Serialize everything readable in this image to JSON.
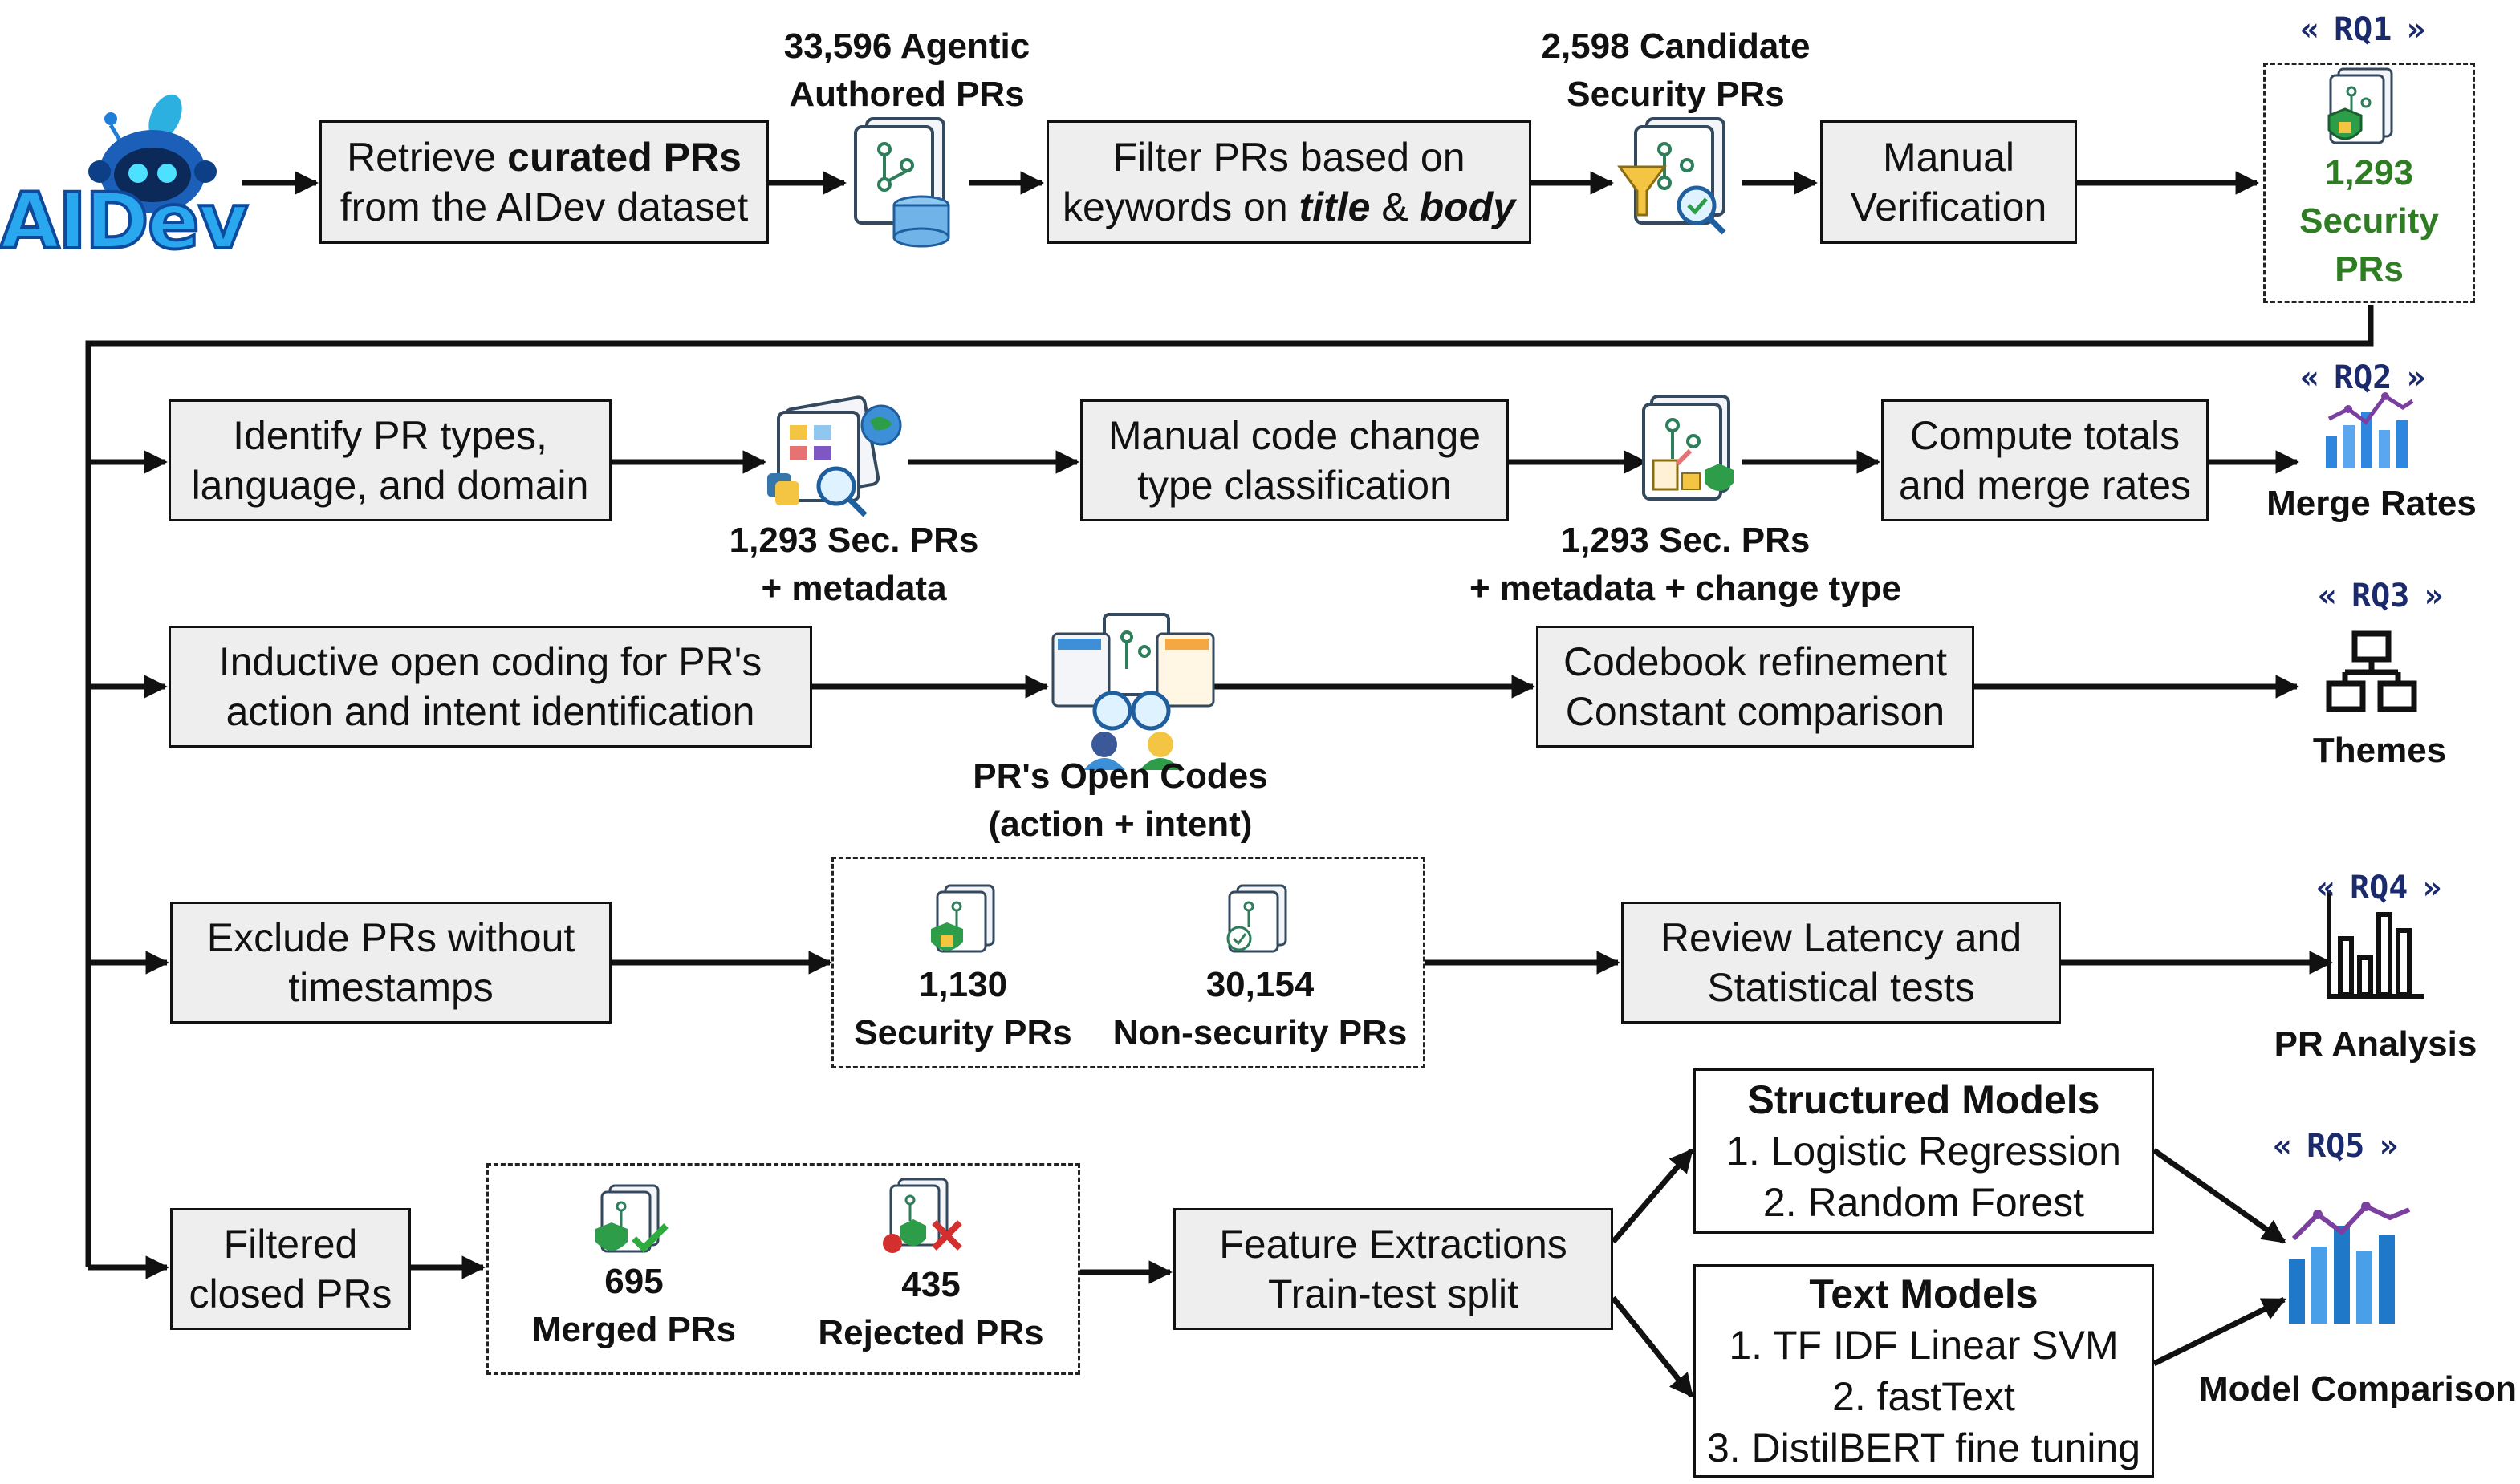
{
  "logo": {
    "text": "AIDev"
  },
  "row1": {
    "retrieve_pre": "Retrieve ",
    "retrieve_bold": "curated PRs",
    "retrieve_line2": "from the AIDev dataset",
    "agentic_count": "33,596 Agentic",
    "agentic_label": "Authored PRs",
    "filter_line1": "Filter PRs based on",
    "filter_pre": "keywords on ",
    "filter_title": "title",
    "filter_amp": " & ",
    "filter_body": "body",
    "candidate_count": "2,598 Candidate",
    "candidate_label": "Security PRs",
    "manual_line1": "Manual",
    "manual_line2": "Verification",
    "rq1": "RQ1",
    "security_count": "1,293",
    "security_line2": "Security",
    "security_line3": "PRs"
  },
  "row2": {
    "identify_line1": "Identify PR types,",
    "identify_line2": "language, and domain",
    "meta_line1": "1,293 Sec. PRs",
    "meta_line2": "+ metadata",
    "manual_code_line1": "Manual code change",
    "manual_code_line2": "type classification",
    "meta_change_line1": "1,293 Sec. PRs",
    "meta_change_line2": "+ metadata + change type",
    "compute_line1": "Compute totals",
    "compute_line2": "and merge rates",
    "rq2": "RQ2",
    "rq2_label": "Merge Rates"
  },
  "row3": {
    "inductive_line1": "Inductive open coding for PR's",
    "inductive_line2": "action and intent identification",
    "open_codes_line1": "PR's Open Codes",
    "open_codes_line2": "(action + intent)",
    "codebook_line1": "Codebook refinement",
    "codebook_line2": "Constant comparison",
    "rq3": "RQ3",
    "rq3_label": "Themes"
  },
  "row4": {
    "exclude_line1": "Exclude PRs without",
    "exclude_line2": "timestamps",
    "sec_count": "1,130",
    "sec_label": "Security PRs",
    "nonsec_count": "30,154",
    "nonsec_label": "Non-security PRs",
    "review_line1": "Review Latency and",
    "review_line2": "Statistical tests",
    "rq4": "RQ4",
    "rq4_label": "PR Analysis"
  },
  "row5": {
    "filtered_line1": "Filtered",
    "filtered_line2": "closed PRs",
    "merged_count": "695",
    "merged_label": "Merged PRs",
    "rejected_count": "435",
    "rejected_label": "Rejected PRs",
    "feature_line1": "Feature Extractions",
    "feature_line2": "Train-test split",
    "structured_title": "Structured Models",
    "structured_items": [
      "1. Logistic Regression",
      "2. Random Forest"
    ],
    "text_title": "Text Models",
    "text_items": [
      "1. TF IDF Linear SVM",
      "2. fastText",
      "3. DistilBERT fine tuning"
    ],
    "rq5": "RQ5",
    "rq5_label": "Model Comparison"
  },
  "rq_open": "«",
  "rq_close": "»",
  "colors": {
    "box_fill": "#eeeeee",
    "line": "#111111",
    "rq_text": "#1a2a6c",
    "highlight_green": "#2e7d22",
    "chart_blue": "#2e86de",
    "chart_purple": "#7b3fa0"
  }
}
